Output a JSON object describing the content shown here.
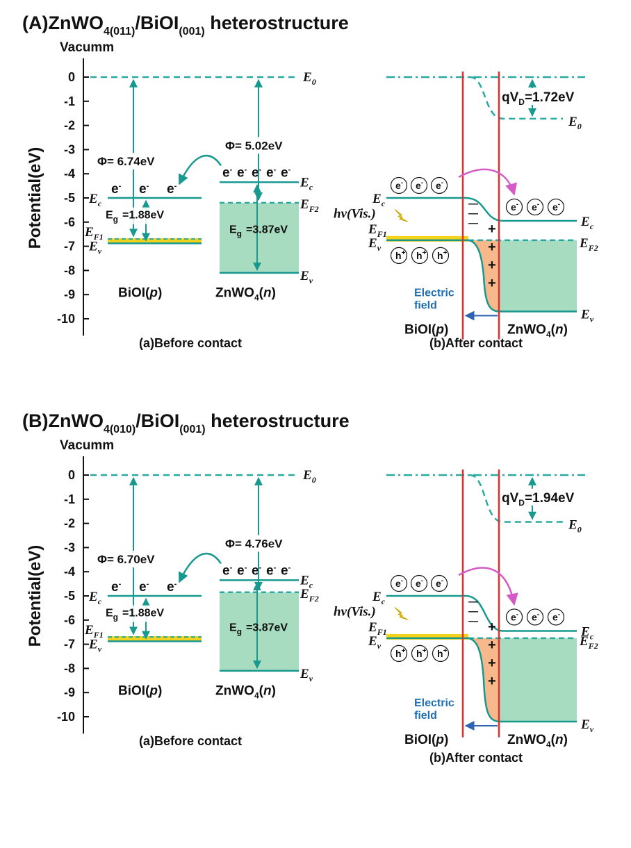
{
  "colors": {
    "band": "#17998f",
    "dash": "#2aa9a0",
    "fill_green": "#a7dcc0",
    "fill_orange": "#f7b98c",
    "red_line": "#e52d2d",
    "yellow": "#f1d21c",
    "magenta": "#d45bc6",
    "field_arrow": "#2f62b3",
    "text": "#111111",
    "field_text": "#1f6fb0"
  },
  "y_axis": {
    "label": "Potential(eV)",
    "ticks": [
      "0",
      "-1",
      "-2",
      "-3",
      "-4",
      "-5",
      "-6",
      "-7",
      "-8",
      "-9",
      "-10"
    ]
  },
  "common": {
    "vacuum": "Vacumm",
    "e0": "E",
    "e0_sub": "0",
    "ec": "E",
    "ec_sub": "c",
    "ev": "E",
    "ev_sub": "v",
    "ef1": "E",
    "ef1_sub": "F1",
    "ef2": "E",
    "ef2_sub": "F2",
    "electron": "e",
    "electron_sup": "-",
    "hole": "h",
    "hole_sup": "+",
    "plus": "+",
    "minus": "—",
    "eg_prefix": "E",
    "eg_sub": "g",
    "hv_text": "hv(Vis.)",
    "field_line1": "Electric",
    "field_line2": "field",
    "caption_before": "(a)Before contact",
    "caption_after": "(b)After contact",
    "biol_label_pre": "BiOI(",
    "biol_label_p": "p",
    "biol_label_post": ")",
    "znwo_pre": "ZnWO",
    "znwo_sub": "4",
    "znwo_mid": "(",
    "znwo_n": "n",
    "znwo_post": ")"
  },
  "panels": [
    {
      "id": "A",
      "title_pre": "(A)ZnWO",
      "title_sub1": "4(011)",
      "title_mid": "/BiOI",
      "title_sub2": "(001)",
      "title_post": " heterostructure",
      "phi_biol": "Φ= 6.74eV",
      "phi_znwo": "Φ= 5.02eV",
      "eg_biol": "=1.88eV",
      "eg_znwo": "=3.87eV",
      "qvd_pre": "qV",
      "qvd_sub": "D",
      "qvd_post": "=1.72eV",
      "levels_ev": {
        "biol_ec": -5.0,
        "biol_ef": -6.7,
        "biol_ev": -6.88,
        "znwo_ec": -4.35,
        "znwo_ef": -5.2,
        "znwo_ev": -8.1,
        "after_ec_left": -5.0,
        "after_ec_right": -5.95,
        "after_ef": -6.75,
        "after_ev_right": -9.7,
        "after_e0_right": -1.72
      }
    },
    {
      "id": "B",
      "title_pre": "(B)ZnWO",
      "title_sub1": "4(010)",
      "title_mid": "/BiOI",
      "title_sub2": "(001)",
      "title_post": " heterostructure",
      "phi_biol": "Φ= 6.70eV",
      "phi_znwo": "Φ= 4.76eV",
      "eg_biol": "=1.88eV",
      "eg_znwo": "=3.87eV",
      "qvd_pre": "qV",
      "qvd_sub": "D",
      "qvd_post": "=1.94eV",
      "levels_ev": {
        "biol_ec": -5.0,
        "biol_ef": -6.7,
        "biol_ev": -6.88,
        "znwo_ec": -4.35,
        "znwo_ef": -4.85,
        "znwo_ev": -8.1,
        "after_ec_left": -5.0,
        "after_ec_right": -6.45,
        "after_ef": -6.75,
        "after_ev_right": -10.2,
        "after_e0_right": -1.94
      }
    }
  ]
}
